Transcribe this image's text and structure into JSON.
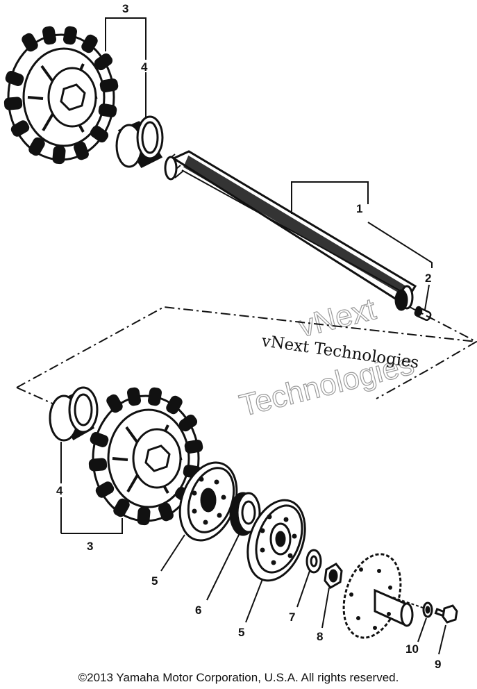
{
  "callouts": {
    "part_1": "1",
    "part_2": "2",
    "part_3_top": "3",
    "part_4_top": "4",
    "part_4_bottom": "4",
    "part_3_bottom": "3",
    "part_5_left": "5",
    "part_6": "6",
    "part_5_right": "5",
    "part_7": "7",
    "part_8": "8",
    "part_10": "10",
    "part_9": "9"
  },
  "watermark": {
    "line_text": "vNext Technologies",
    "outline_top": "vNext",
    "outline_bottom": "Technologies"
  },
  "copyright": "©2013 Yamaha Motor Corporation, U.S.A. All rights reserved.",
  "colors": {
    "ink": "#111111",
    "watermark_outline": "#9a9a9a",
    "background": "#ffffff"
  }
}
